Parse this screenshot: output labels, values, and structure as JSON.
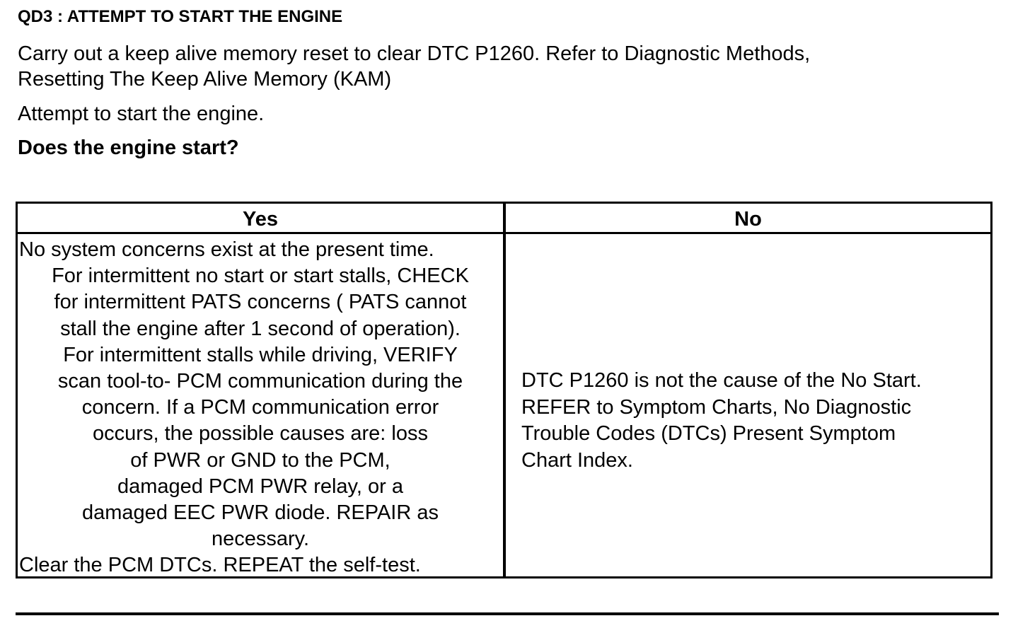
{
  "heading": "QD3 : ATTEMPT TO START THE ENGINE",
  "instructions": {
    "line1": "Carry out a keep alive memory reset to clear DTC P1260. Refer to Diagnostic Methods,",
    "line2": "Resetting The Keep Alive Memory (KAM)",
    "line3": "Attempt to start the engine.",
    "question": "Does the engine start?"
  },
  "table": {
    "headers": {
      "yes": "Yes",
      "no": "No"
    },
    "yes_lines": [
      "No system concerns exist at the present time.",
      "For intermittent no start or start stalls, CHECK",
      "for intermittent PATS concerns ( PATS cannot",
      "stall the engine after 1 second of operation).",
      "For intermittent stalls while driving, VERIFY",
      "scan tool-to- PCM communication during the",
      "concern. If a PCM communication error",
      "occurs, the possible causes are: loss",
      "of PWR or GND to the PCM,",
      "damaged PCM  PWR relay, or a",
      "damaged EEC  PWR diode. REPAIR as",
      "necessary.",
      "Clear the PCM DTCs. REPEAT the self-test."
    ],
    "no_lines": [
      "DTC P1260 is not the cause of the No Start.",
      "REFER to Symptom Charts, No Diagnostic",
      "Trouble Codes (DTCs) Present Symptom",
      "Chart Index."
    ]
  }
}
